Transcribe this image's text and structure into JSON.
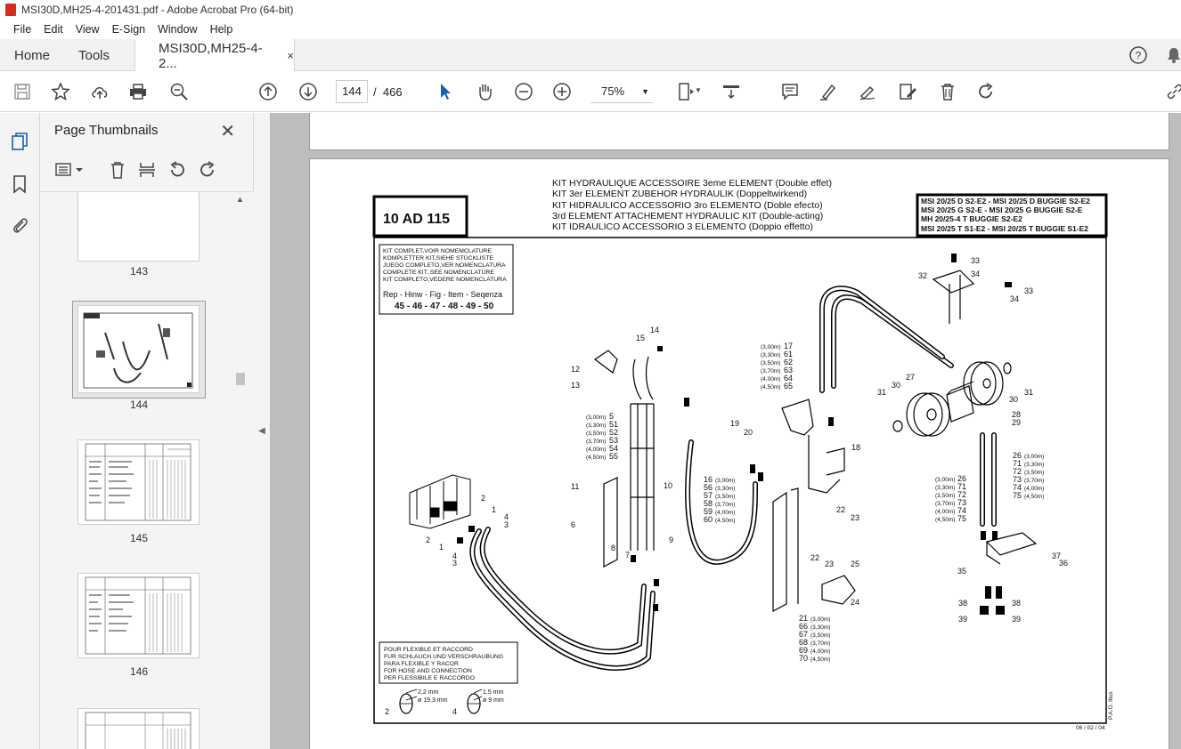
{
  "window": {
    "title": "MSI30D,MH25-4-201431.pdf - Adobe Acrobat Pro (64-bit)"
  },
  "menu": [
    "File",
    "Edit",
    "View",
    "E-Sign",
    "Window",
    "Help"
  ],
  "tabs": {
    "home": "Home",
    "tools": "Tools",
    "doc": "MSI30D,MH25-4-2...",
    "doc_close": "×"
  },
  "toolbar": {
    "page_current": "144",
    "page_sep": "/",
    "page_total": "466",
    "zoom": "75%"
  },
  "panel": {
    "title": "Page Thumbnails",
    "thumbnails": [
      {
        "label": "143"
      },
      {
        "label": "144",
        "selected": true
      },
      {
        "label": "145"
      },
      {
        "label": "146"
      }
    ]
  },
  "diagram": {
    "code": "10 AD 115",
    "titles": [
      "KIT HYDRAULIQUE ACCESSOIRE 3eme ELEMENT (Double effet)",
      "KIT 3er ELEMENT ZUBEHOR HYDRAULIK (Doppeltwirkend)",
      "KIT HIDRAULICO ACCESSORIO 3ro ELEMENTO (Doble efecto)",
      "3rd ELEMENT ATTACHEMENT HYDRAULIC KIT (Double-acting)",
      "KIT IDRAULICO ACCESSORIO 3 ELEMENTO (Doppio effetto)"
    ],
    "models": [
      "MSI 20/25 D S2-E2 - MSI 20/25 D BUGGIE S2-E2",
      "MSI 20/25 G S2-E - MSI 20/25 G BUGGIE S2-E",
      "MH 20/25-4 T BUGGIE S2-E2",
      "MSI 20/25 T S1-E2 - MSI 20/25 T BUGGIE S1-E2"
    ],
    "kit_box": [
      "KIT COMPLET,VOIR NOMEMCLATURE",
      "KOMPLETTER KIT,SIEHE STÜCKLISTE",
      "JUEGO COMPLETO,VER NOMENCLATURA",
      "COMPLETE KIT, SEE NOMENCLATURE",
      "KIT COMPLETO,VEDERE NOMENCLATURA"
    ],
    "rep_header": "Rep - Hinw - Fig - Item - Seqenza",
    "rep_values": "45 - 46 - 47 - 48 - 49 - 50",
    "hose_box": [
      "POUR FLEXIBLE ET RACCORD",
      "FUR SCHLAUCH UND VERSCHRAUBUNG",
      "PARA FLEXIBLE Y RACOR",
      "FOR HOSE AND CONNECTION",
      "PER FLESSIBILE E RACCORDO"
    ],
    "dims": {
      "a1": "2,2 mm",
      "a2": "ø 19,3 mm",
      "b1": "1,5 mm",
      "b2": "ø 9 mm"
    },
    "date": "06 / 02 / 04",
    "watermark": "P.A.O. Illus",
    "callouts": [
      "1",
      "2",
      "3",
      "4",
      "6",
      "7",
      "8",
      "9",
      "10",
      "11",
      "12",
      "13",
      "14",
      "15",
      "18",
      "19",
      "20",
      "22",
      "23",
      "24",
      "25",
      "27",
      "28",
      "29",
      "30",
      "31",
      "32",
      "33",
      "34",
      "35",
      "36",
      "37",
      "38",
      "39"
    ],
    "len_groups": {
      "g1": {
        "lengths": [
          "(3,00m)",
          "(3,30m)",
          "(3,50m)",
          "(3,70m)",
          "(4,00m)",
          "(4,50m)"
        ],
        "parts": [
          "5",
          "51",
          "52",
          "53",
          "54",
          "55"
        ]
      },
      "g2": {
        "lengths": [
          "(3,00m)",
          "(3,30m)",
          "(3,50m)",
          "(3,70m)",
          "(4,00m)",
          "(4,50m)"
        ],
        "parts": [
          "17",
          "61",
          "62",
          "63",
          "64",
          "65"
        ]
      },
      "g3": {
        "lengths": [
          "(3,00m)",
          "(3,30m)",
          "(3,50m)",
          "(3,70m)",
          "(4,00m)",
          "(4,50m)"
        ],
        "parts": [
          "16",
          "56",
          "57",
          "58",
          "59",
          "60"
        ]
      },
      "g4": {
        "lengths": [
          "(3,00m)",
          "(3,30m)",
          "(3,50m)",
          "(3,70m)",
          "(4,00m)",
          "(4,50m)"
        ],
        "parts": [
          "21",
          "66",
          "67",
          "68",
          "69",
          "70"
        ]
      },
      "g5": {
        "lengths": [
          "(3,00m)",
          "(3,30m)",
          "(3,50m)",
          "(3,70m)",
          "(4,00m)",
          "(4,50m)"
        ],
        "parts": [
          "26",
          "71",
          "72",
          "73",
          "74",
          "75"
        ]
      }
    }
  }
}
